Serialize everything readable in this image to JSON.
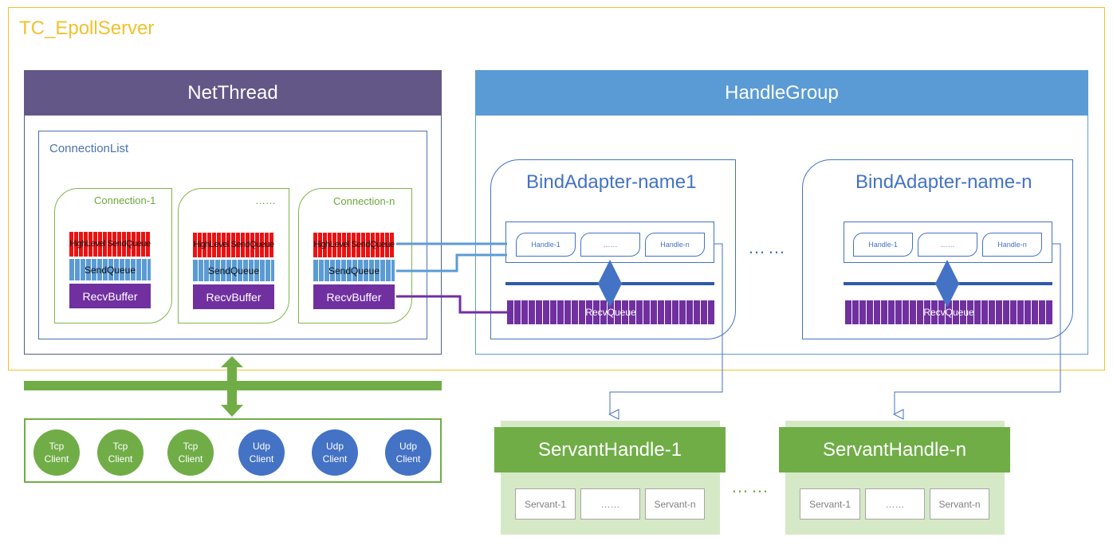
{
  "server": {
    "title": "TC_EpollServer"
  },
  "net_thread": {
    "title": "NetThread",
    "connection_list_label": "ConnectionList",
    "connections": [
      {
        "label": "Connection-1",
        "high_queue": "HighLevel SendQueue",
        "send_queue": "SendQueue",
        "recv_buffer": "RecvBuffer"
      },
      {
        "label": "……",
        "high_queue": "HighLevel SendQueue",
        "send_queue": "SendQueue",
        "recv_buffer": "RecvBuffer"
      },
      {
        "label": "Connection-n",
        "high_queue": "HighLevel SendQueue",
        "send_queue": "SendQueue",
        "recv_buffer": "RecvBuffer"
      }
    ]
  },
  "handle_group": {
    "title": "HandleGroup",
    "adapters": [
      {
        "title": "BindAdapter-name1",
        "handles": [
          "Handle-1",
          "……",
          "Handle-n"
        ],
        "recv_queue": "RecvQueue"
      },
      {
        "title": "BindAdapter-name-n",
        "handles": [
          "Handle-1",
          "……",
          "Handle-n"
        ],
        "recv_queue": "RecvQueue"
      }
    ],
    "between_dots": "……"
  },
  "clients": [
    {
      "line1": "Tcp",
      "line2": "Client",
      "kind": "tcp"
    },
    {
      "line1": "Tcp",
      "line2": "Client",
      "kind": "tcp"
    },
    {
      "line1": "Tcp",
      "line2": "Client",
      "kind": "tcp"
    },
    {
      "line1": "Udp",
      "line2": "Client",
      "kind": "udp"
    },
    {
      "line1": "Udp",
      "line2": "Client",
      "kind": "udp"
    },
    {
      "line1": "Udp",
      "line2": "Client",
      "kind": "udp"
    }
  ],
  "servant_handles": [
    {
      "title": "ServantHandle-1",
      "servants": [
        "Servant-1",
        "……",
        "Servant-n"
      ]
    },
    {
      "title": "ServantHandle-n",
      "servants": [
        "Servant-1",
        "……",
        "Servant-n"
      ]
    }
  ],
  "servant_between_dots": "……",
  "colors": {
    "frame": "#f2c12e",
    "net_thread": "#635788",
    "handle_group": "#5b9bd5",
    "adapter_blue": "#4472c4",
    "recv_purple": "#7030a0",
    "high_queue_red": "#ee1111",
    "green": "#70ad47",
    "servant_bg": "#d6e9c6"
  }
}
